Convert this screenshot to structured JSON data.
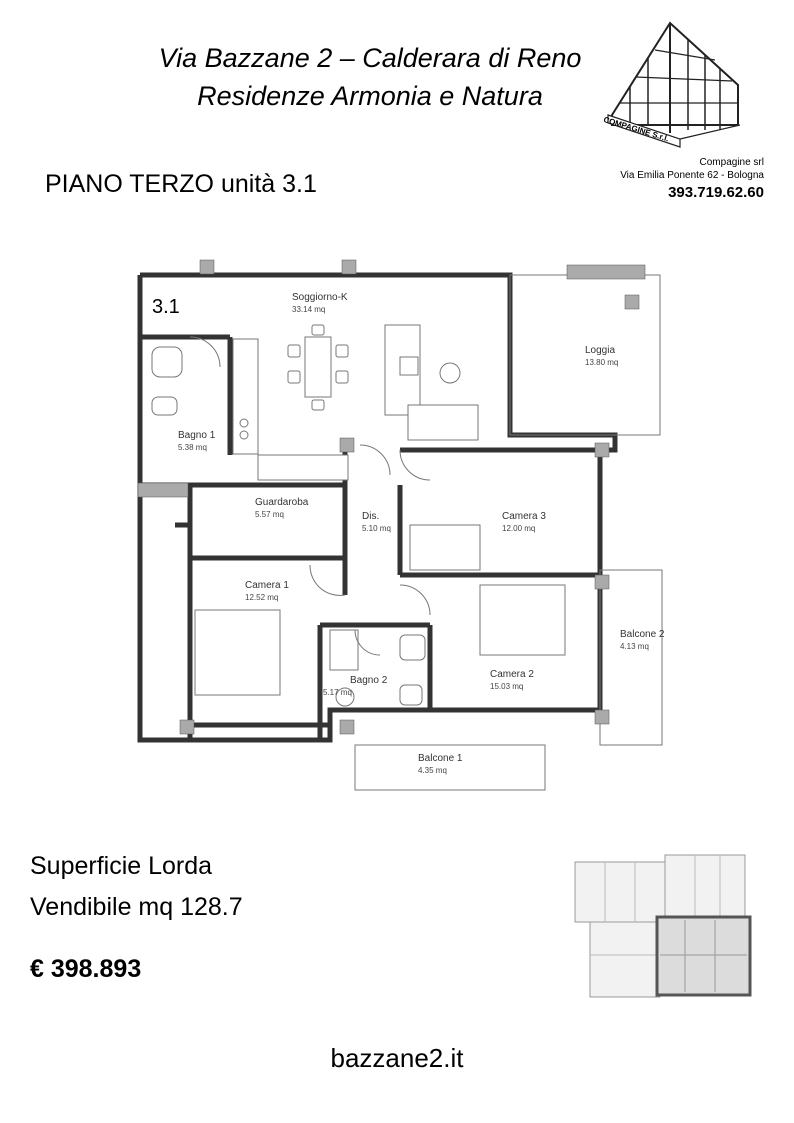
{
  "header": {
    "title_line1": "Via Bazzane 2 – Calderara di Reno",
    "title_line2": "Residenze Armonia e Natura",
    "floor_unit": "PIANO TERZO unità 3.1"
  },
  "logo": {
    "text": "COMPAGINE S.r.l."
  },
  "company": {
    "name": "Compagine srl",
    "address": "Via Emilia Ponente 62 - Bologna",
    "phone": "393.719.62.60"
  },
  "plan": {
    "unit_label": "3.1",
    "rooms": [
      {
        "name": "Soggiorno-K",
        "area": "33.14 mq"
      },
      {
        "name": "Loggia",
        "area": "13.80 mq"
      },
      {
        "name": "Bagno 1",
        "area": "5.38 mq"
      },
      {
        "name": "Guardaroba",
        "area": "5.57 mq"
      },
      {
        "name": "Dis.",
        "area": "5.10 mq"
      },
      {
        "name": "Camera 3",
        "area": "12.00 mq"
      },
      {
        "name": "Camera 1",
        "area": "12.52 mq"
      },
      {
        "name": "Bagno 2",
        "area": "5.17 mq"
      },
      {
        "name": "Camera 2",
        "area": "15.03 mq"
      },
      {
        "name": "Balcone 2",
        "area": "4.13 mq"
      },
      {
        "name": "Balcone 1",
        "area": "4.35 mq"
      }
    ]
  },
  "surface": {
    "line1": "Superficie Lorda",
    "line2": "Vendibile mq 128.7"
  },
  "price": "€ 398.893",
  "website": "bazzane2.it"
}
